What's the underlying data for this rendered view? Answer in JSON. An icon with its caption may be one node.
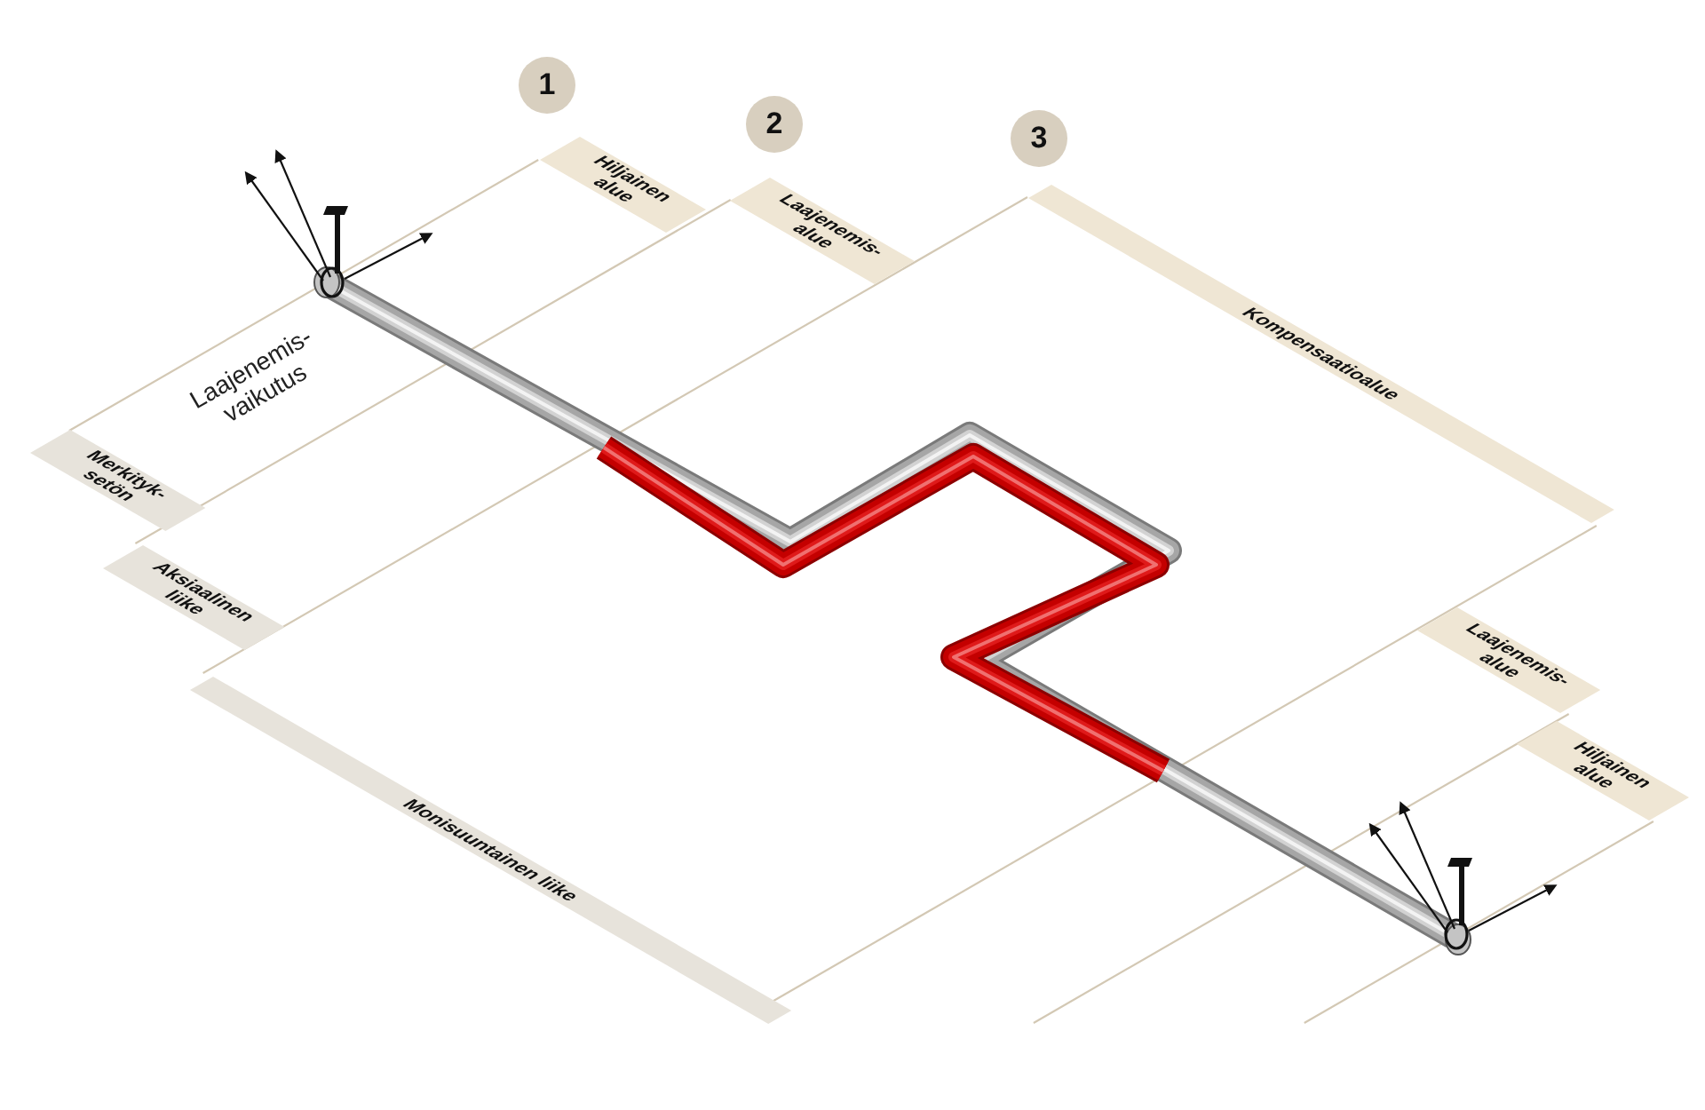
{
  "diagram": {
    "nodes": [
      {
        "text": [
          "1"
        ]
      },
      {
        "text": [
          "2"
        ]
      },
      {
        "text": [
          "3"
        ]
      },
      {
        "text": [
          "Hiljainen alue"
        ]
      },
      {
        "text": [
          "Laajenemis- alue"
        ]
      },
      {
        "text": [
          "Kompensaatioalue"
        ]
      },
      {
        "text": [
          "Merkityk- setön"
        ]
      },
      {
        "text": [
          "Aksiaalinen liike"
        ]
      },
      {
        "text": [
          "Laajenemis- alue"
        ]
      },
      {
        "text": [
          "Monisuuntainen liike"
        ]
      },
      {
        "text": [
          "Hiljainen alue"
        ]
      }
    ],
    "labels": [
      "Laajenemis- vaikutus"
    ]
  }
}
